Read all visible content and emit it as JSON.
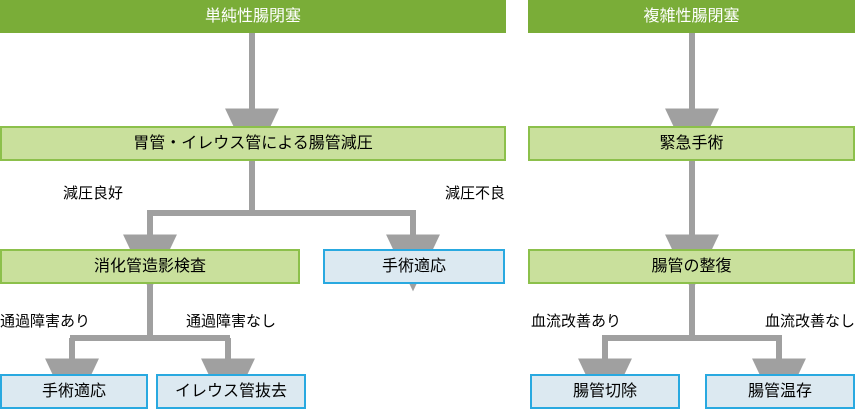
{
  "diagram": {
    "title_left": "単純性腸閉塞",
    "title_right": "複雑性腸閉塞",
    "accent_green_header": "#7aad38",
    "accent_green_fill": "#c9e09c",
    "accent_green_border": "#8cc04b",
    "accent_blue_fill": "#dce9f1",
    "accent_blue_border": "#29a9e0",
    "connector_color": "#a0a0a0"
  },
  "left_column": {
    "header": {
      "label": "単純性腸閉塞"
    },
    "step1": {
      "label": "胃管・イレウス管による腸管減圧"
    },
    "branch1": {
      "left_label": "減圧良好",
      "right_label": "減圧不良"
    },
    "step2_left": {
      "label": "消化管造影検査"
    },
    "step2_right": {
      "label": "手術適応"
    },
    "branch2": {
      "left_label": "通過障害あり",
      "right_label": "通過障害なし"
    },
    "outcome_left": {
      "label": "手術適応"
    },
    "outcome_right": {
      "label": "イレウス管抜去"
    }
  },
  "right_column": {
    "header": {
      "label": "複雑性腸閉塞"
    },
    "step1": {
      "label": "緊急手術"
    },
    "step2": {
      "label": "腸管の整復"
    },
    "branch1": {
      "left_label": "血流改善あり",
      "right_label": "血流改善なし"
    },
    "outcome_left": {
      "label": "腸管切除"
    },
    "outcome_right": {
      "label": "腸管温存"
    }
  }
}
